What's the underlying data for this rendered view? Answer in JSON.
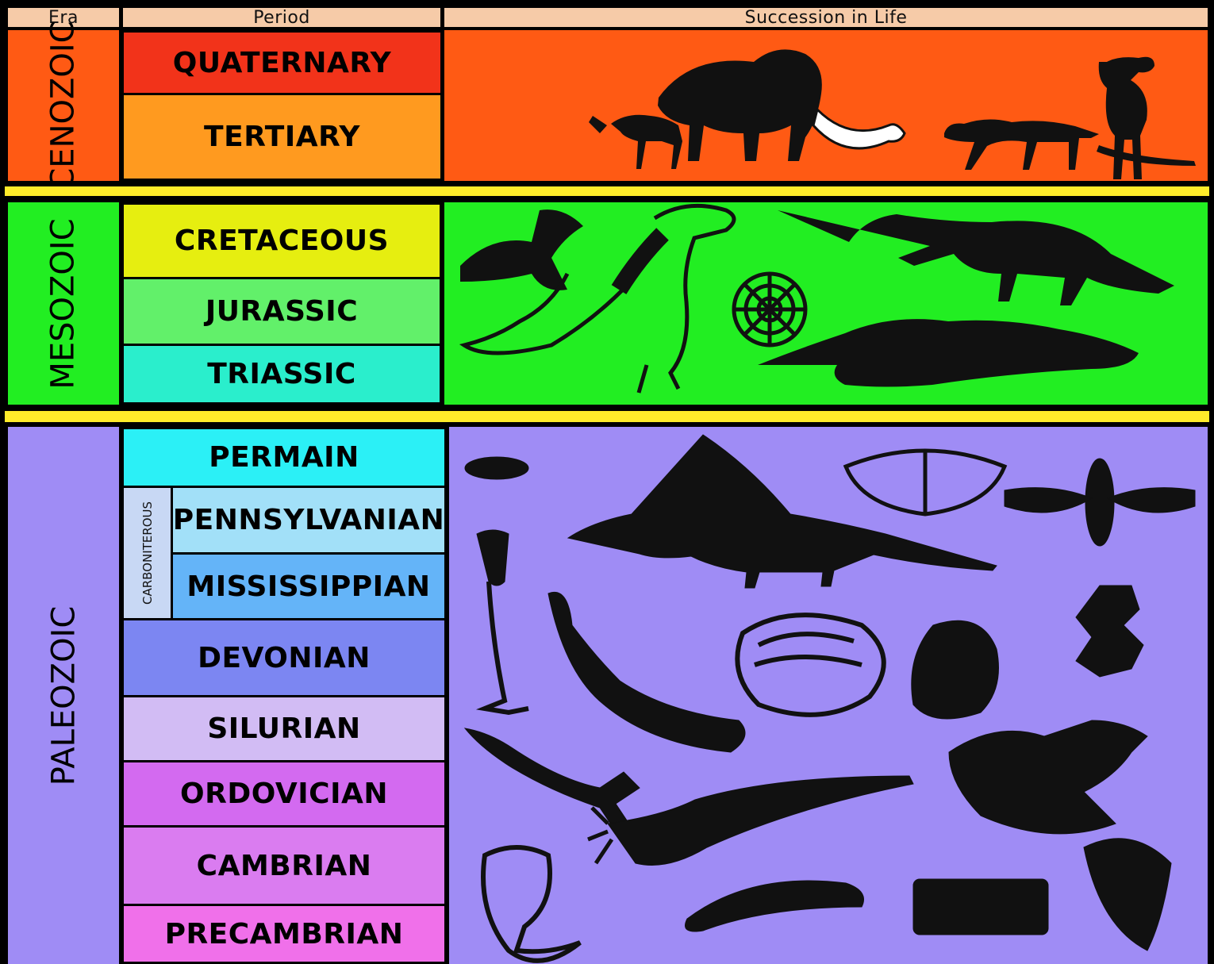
{
  "header": {
    "era": "Era",
    "period": "Period",
    "life": "Succession in Life"
  },
  "colors": {
    "header_bg": "#f6cba8",
    "separator": "#ffeb2a",
    "cenozoic": "#ff5a14",
    "mesozoic": "#22ee22",
    "paleozoic": "#9f8cf5",
    "carboniferous": "#c8d8f4"
  },
  "eras": {
    "cenozoic": {
      "label": "CENOZOIC",
      "periods": [
        {
          "name": "QUATERNARY",
          "color": "#f2331a"
        },
        {
          "name": "TERTIARY",
          "color": "#ff9a1f"
        }
      ],
      "life_icons": [
        "horse-icon",
        "mammoth-icon",
        "saber-tooth-cat-icon",
        "early-human-icon"
      ]
    },
    "mesozoic": {
      "label": "MESOZOIC",
      "periods": [
        {
          "name": "CRETACEOUS",
          "color": "#e6ee10"
        },
        {
          "name": "JURASSIC",
          "color": "#62f06a"
        },
        {
          "name": "TRIASSIC",
          "color": "#2aeecc"
        }
      ],
      "life_icons": [
        "pterosaur-icon",
        "tyrannosaurus-icon",
        "ammonite-icon",
        "triceratops-icon",
        "crocodilian-icon"
      ]
    },
    "paleozoic": {
      "label": "PALEOZOIC",
      "carboniferous_label": "CARBONITEROUS",
      "periods": [
        {
          "name": "PERMAIN",
          "color": "#2bf0f6"
        },
        {
          "name": "PENNSYLVANIAN",
          "color": "#a2e0f8"
        },
        {
          "name": "MISSISSIPPIAN",
          "color": "#64b4f8"
        },
        {
          "name": "DEVONIAN",
          "color": "#7c86f2"
        },
        {
          "name": "SILURIAN",
          "color": "#d2bcf4"
        },
        {
          "name": "ORDOVICIAN",
          "color": "#d36af0"
        },
        {
          "name": "CAMBRIAN",
          "color": "#da7cf0"
        },
        {
          "name": "PRECAMBRIAN",
          "color": "#f070ea"
        }
      ],
      "life_icons": [
        "jellyfish-icon",
        "dimetrodon-icon",
        "brachiopod-icon",
        "dragonfly-icon",
        "crinoid-icon",
        "amphibian-icon",
        "clam-icon",
        "coral-icon",
        "gastropod-icon",
        "eurypterid-icon",
        "nautiloid-icon",
        "fish-fossil-icon",
        "sponge-icon",
        "worm-icon",
        "coral-block-icon",
        "trilobite-icon"
      ]
    }
  }
}
